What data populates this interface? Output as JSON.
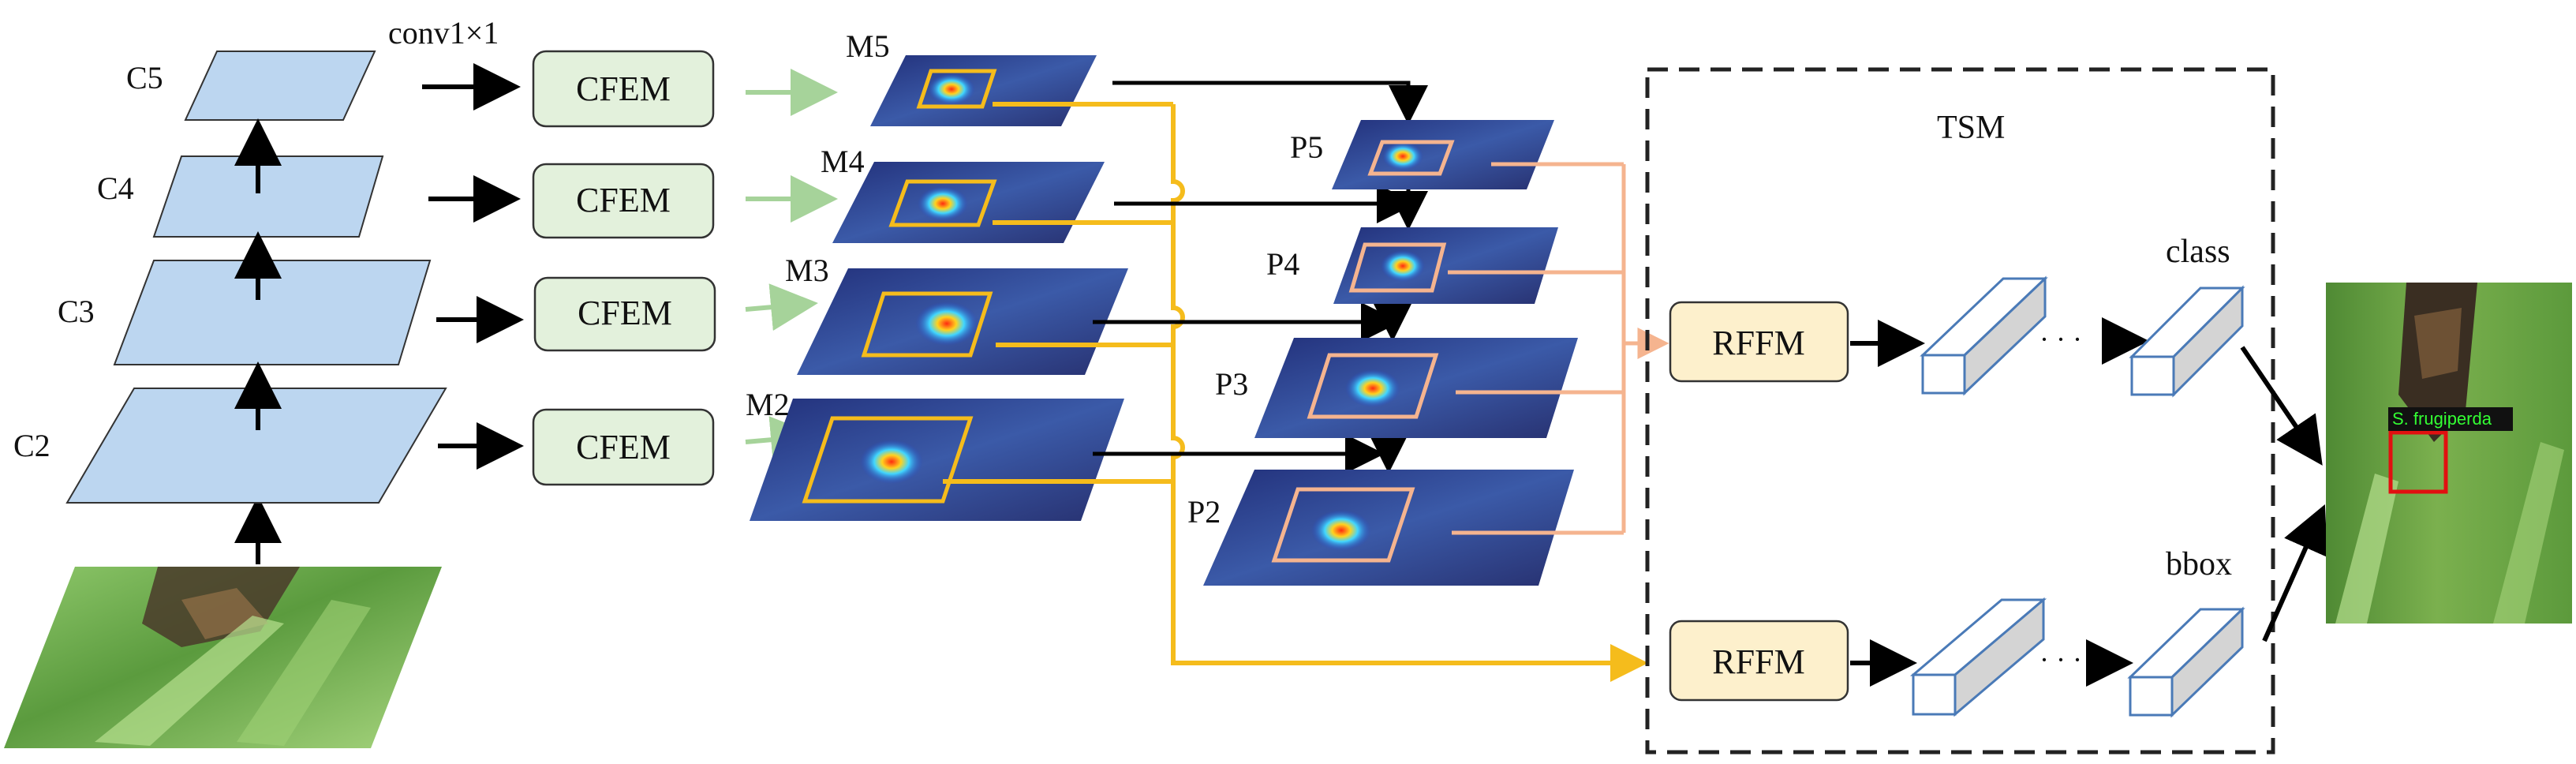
{
  "backbone": {
    "labels": [
      "C5",
      "C4",
      "C3",
      "C2"
    ],
    "conv_label": "conv1×1"
  },
  "cfem": {
    "label": "CFEM"
  },
  "m_maps": [
    "M5",
    "M4",
    "M3",
    "M2"
  ],
  "p_maps": [
    "P5",
    "P4",
    "P3",
    "P2"
  ],
  "tsm": {
    "title": "TSM",
    "rffm_label": "RFFM",
    "dots": "· · ·",
    "class_label": "class",
    "bbox_label": "bbox"
  },
  "detection": {
    "label": "S. frugiperda"
  },
  "colors": {
    "backbone_fill": "#bcd6f0",
    "cfem_fill": "#e3f1dc",
    "rffm_fill": "#fdf0cc",
    "green_arrow": "#a6d39a",
    "yellow_path": "#f5bc1c",
    "peach_path": "#f5b48f",
    "det_box": "#e11010",
    "det_text": "#33ff33"
  }
}
